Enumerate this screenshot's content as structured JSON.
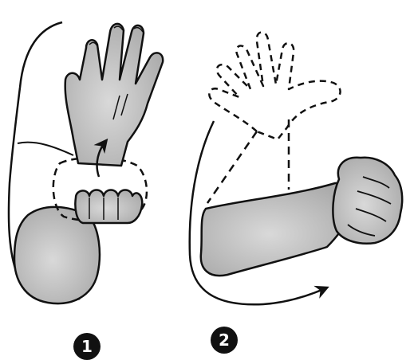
{
  "colors": {
    "skin_fill": "#b9b9b9",
    "skin_highlight": "#d6d6d6",
    "outline": "#111111",
    "background": "#ffffff",
    "badge": "#111111"
  },
  "steps": [
    {
      "number": "1"
    },
    {
      "number": "2"
    }
  ],
  "icons": {
    "step1_motion": "curved-up-arrow",
    "step2_motion": "curved-sweep-arrow"
  }
}
